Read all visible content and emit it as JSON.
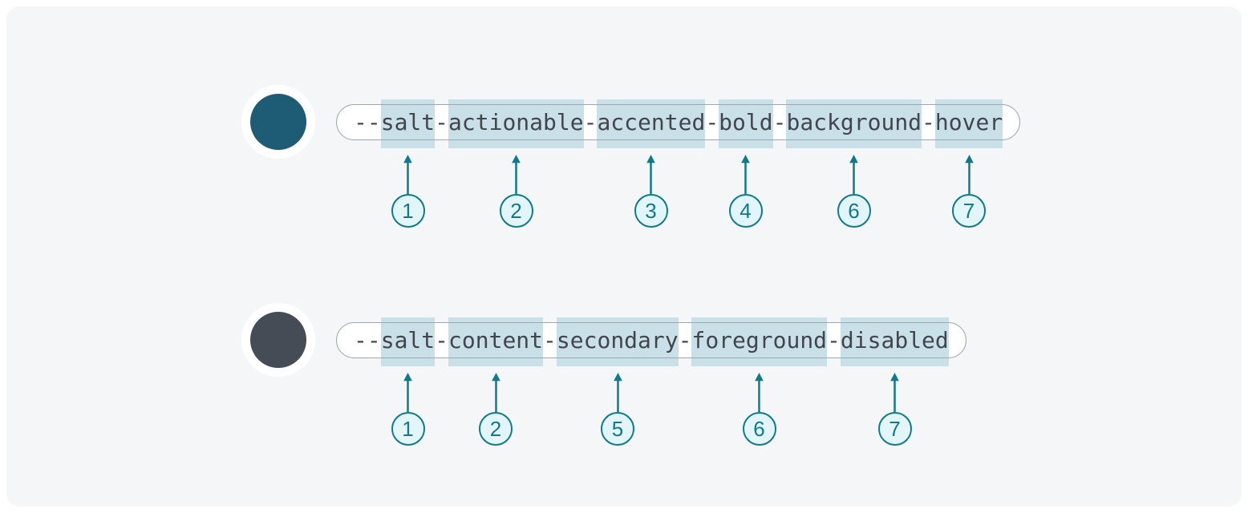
{
  "colors": {
    "page_bg": "#FFFFFF",
    "panel_bg": "#F4F6F8",
    "pill_bg": "#FFFFFF",
    "pill_border": "#A0A6AC",
    "token_text": "#41464D",
    "segment_highlight": "#CAE0E9",
    "teal_accent": "#0E7A8C",
    "badge_fill": "#E2F6FA",
    "swatch_ring": "#FFFFFF"
  },
  "rows": [
    {
      "id": "actionable-token-example",
      "swatch_color": "#1E5B75",
      "token": "--salt-actionable-accented-bold-background-hover",
      "segments": [
        {
          "text": "--",
          "highlight": false
        },
        {
          "text": "salt",
          "highlight": true,
          "number": "1"
        },
        {
          "text": "-",
          "highlight": false
        },
        {
          "text": "actionable",
          "highlight": true,
          "number": "2"
        },
        {
          "text": "-",
          "highlight": false
        },
        {
          "text": "accented",
          "highlight": true,
          "number": "3"
        },
        {
          "text": "-",
          "highlight": false
        },
        {
          "text": "bold",
          "highlight": true,
          "number": "4"
        },
        {
          "text": "-",
          "highlight": false
        },
        {
          "text": "background",
          "highlight": true,
          "number": "6"
        },
        {
          "text": "-",
          "highlight": false
        },
        {
          "text": "hover",
          "highlight": true,
          "number": "7"
        }
      ]
    },
    {
      "id": "content-token-example",
      "swatch_color": "#464C56",
      "token": "--salt-content-secondary-foreground-disabled",
      "segments": [
        {
          "text": "--",
          "highlight": false
        },
        {
          "text": "salt",
          "highlight": true,
          "number": "1"
        },
        {
          "text": "-",
          "highlight": false
        },
        {
          "text": "content",
          "highlight": true,
          "number": "2"
        },
        {
          "text": "-",
          "highlight": false
        },
        {
          "text": "secondary",
          "highlight": true,
          "number": "5"
        },
        {
          "text": "-",
          "highlight": false
        },
        {
          "text": "foreground",
          "highlight": true,
          "number": "6"
        },
        {
          "text": "-",
          "highlight": false
        },
        {
          "text": "disabled",
          "highlight": true,
          "number": "7"
        }
      ]
    }
  ]
}
